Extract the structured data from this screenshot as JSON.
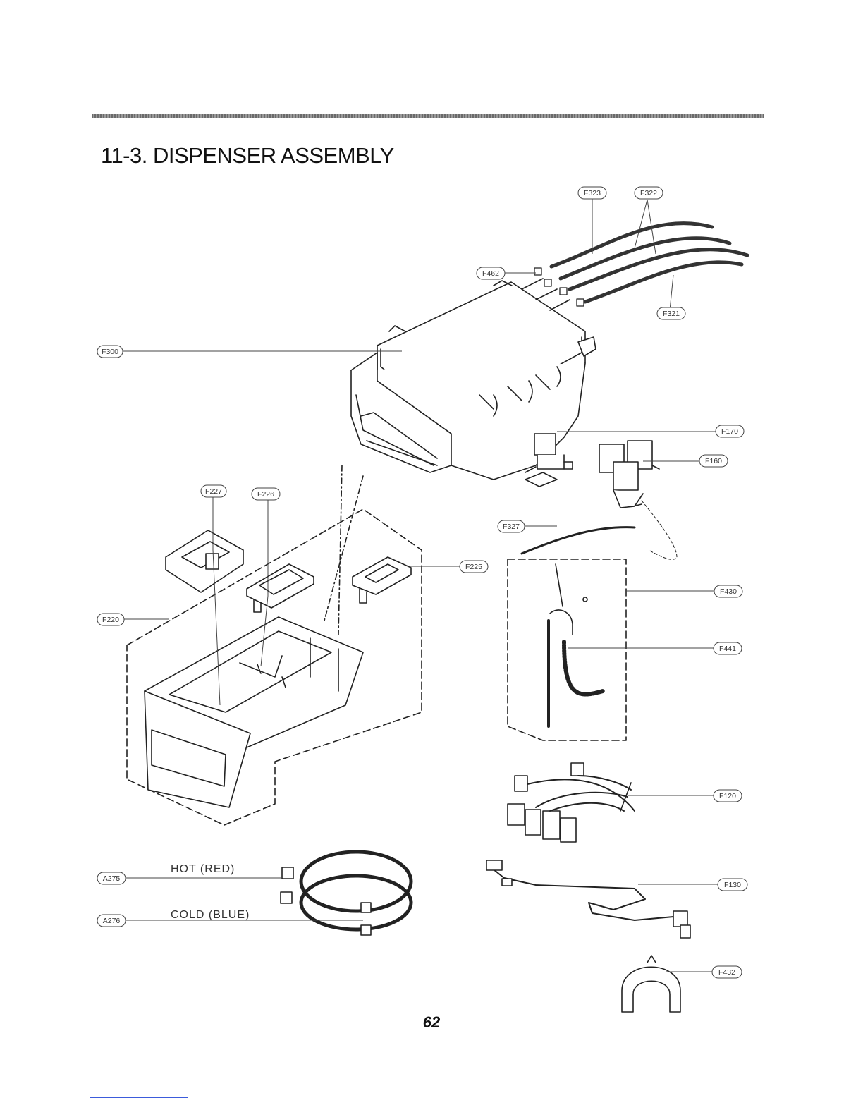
{
  "header": {
    "title": "11-3. DISPENSER ASSEMBLY"
  },
  "footer": {
    "page_number": "62"
  },
  "callouts": [
    {
      "id": "f323",
      "text": "F323"
    },
    {
      "id": "f322",
      "text": "F322"
    },
    {
      "id": "f462",
      "text": "F462"
    },
    {
      "id": "f321",
      "text": "F321"
    },
    {
      "id": "f300",
      "text": "F300"
    },
    {
      "id": "f170",
      "text": "F170"
    },
    {
      "id": "f160",
      "text": "F160"
    },
    {
      "id": "f227",
      "text": "F227"
    },
    {
      "id": "f226",
      "text": "F226"
    },
    {
      "id": "f327",
      "text": "F327"
    },
    {
      "id": "f225",
      "text": "F225"
    },
    {
      "id": "f430",
      "text": "F430"
    },
    {
      "id": "f220",
      "text": "F220"
    },
    {
      "id": "f441",
      "text": "F441"
    },
    {
      "id": "f120",
      "text": "F120"
    },
    {
      "id": "a275",
      "text": "A275"
    },
    {
      "id": "a276",
      "text": "A276"
    },
    {
      "id": "f130",
      "text": "F130"
    },
    {
      "id": "f432",
      "text": "F432"
    }
  ],
  "hose_labels": {
    "hot": "HOT (RED)",
    "cold": "COLD (BLUE)"
  }
}
